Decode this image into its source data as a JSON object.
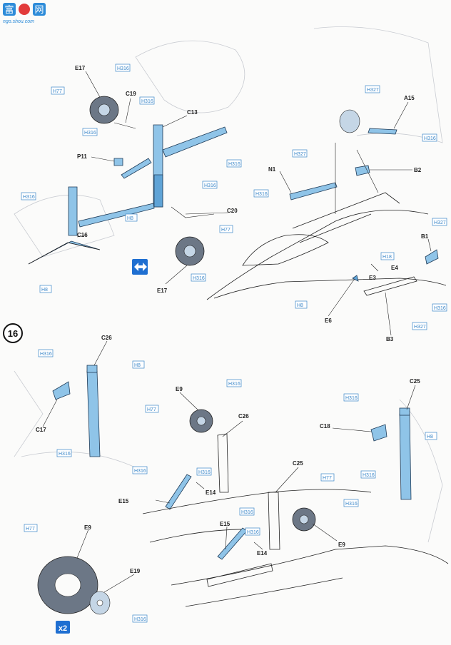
{
  "watermark": {
    "brand_cn": "富",
    "brand_cn2": "网",
    "url": "ngo.shou.com"
  },
  "step": {
    "number": "16"
  },
  "multiplier": {
    "text": "x2"
  },
  "paints": {
    "h77": "H77",
    "h316": "H316",
    "h327": "H327",
    "h8": "H8",
    "h18": "H18"
  },
  "parts": {
    "E17a": "E17",
    "C19": "C19",
    "C13": "C13",
    "P11": "P11",
    "A15": "A15",
    "B2": "B2",
    "N1": "N1",
    "C16": "C16",
    "C20": "C20",
    "E17b": "E17",
    "B1": "B1",
    "E3": "E3",
    "E4": "E4",
    "E6": "E6",
    "B3": "B3",
    "C26a": "C26",
    "C17": "C17",
    "E9a": "E9",
    "C26b": "C26",
    "C25a": "C25",
    "C18": "C18",
    "E15a": "E15",
    "E14a": "E14",
    "C25b": "C25",
    "E15b": "E15",
    "E14b": "E14",
    "E9b": "E9",
    "E9c": "E9",
    "E19": "E19"
  },
  "colors": {
    "part_fill": "#8fc4e8",
    "paint_box": "#3a86c8",
    "tire": "#6c7786",
    "arrow_badge": "#1f6fd1"
  }
}
